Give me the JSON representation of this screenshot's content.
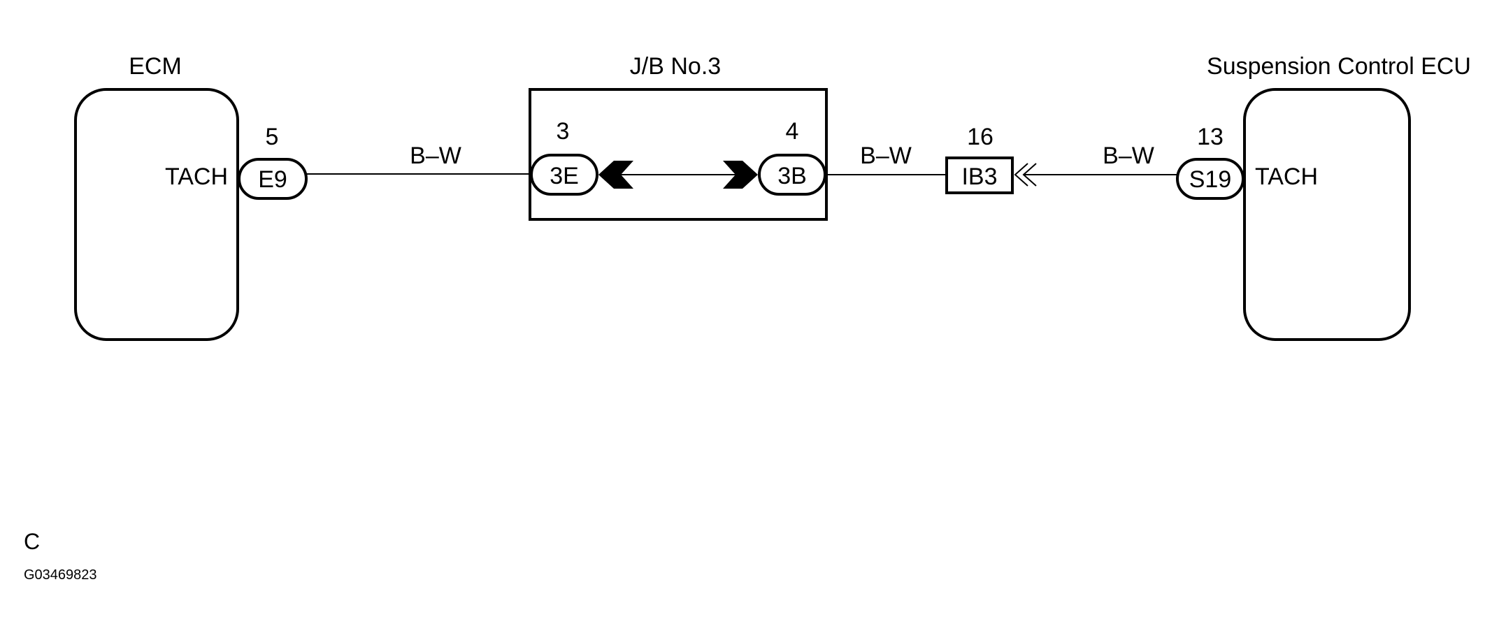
{
  "components": {
    "ecm": {
      "name": "ECM",
      "terminal": "TACH"
    },
    "jb": {
      "name": "J/B No.3"
    },
    "suspension_ecu": {
      "name": "Suspension Control ECU",
      "terminal": "TACH"
    }
  },
  "connectors": {
    "e9": {
      "id": "E9",
      "pin": "5"
    },
    "jb_in": {
      "id": "3E",
      "pin": "3"
    },
    "jb_out": {
      "id": "3B",
      "pin": "4"
    },
    "ib3": {
      "id": "IB3",
      "pin": "16"
    },
    "s19": {
      "id": "S19",
      "pin": "13"
    }
  },
  "wires": {
    "w1": "B–W",
    "w2": "B–W",
    "w3": "B–W"
  },
  "footer": {
    "code": "C",
    "figure_id": "G03469823"
  }
}
